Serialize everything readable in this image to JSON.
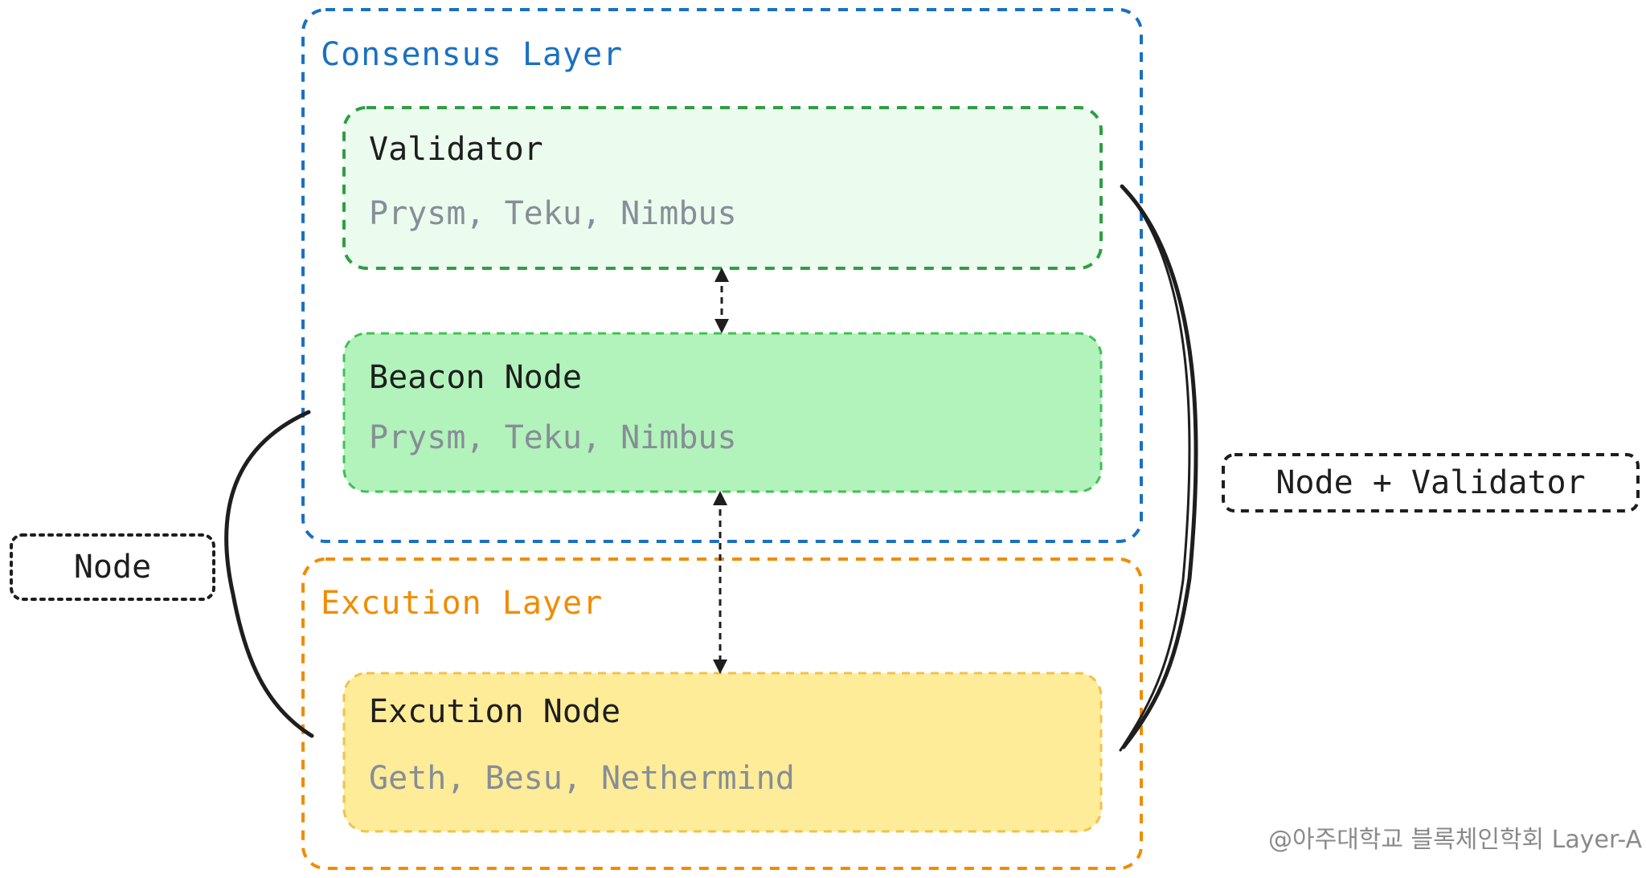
{
  "consensus_layer": {
    "title": "Consensus Layer",
    "color": "#1971c2"
  },
  "execution_layer": {
    "title": "Excution Layer",
    "color": "#f08c00"
  },
  "validator": {
    "title": "Validator",
    "clients": "Prysm, Teku, Nimbus",
    "fill": "#ebfbee",
    "stroke": "#2f9e44"
  },
  "beacon_node": {
    "title": "Beacon Node",
    "clients": "Prysm, Teku, Nimbus",
    "fill": "#b2f2bb",
    "stroke": "#40c057"
  },
  "execution_node": {
    "title": "Excution Node",
    "clients": "Geth, Besu, Nethermind",
    "fill": "#ffec99",
    "stroke": "#f2c14e"
  },
  "labels": {
    "node": "Node",
    "node_validator": "Node + Validator"
  },
  "watermark": "@아주대학교 블록체인학회 Layer-A"
}
